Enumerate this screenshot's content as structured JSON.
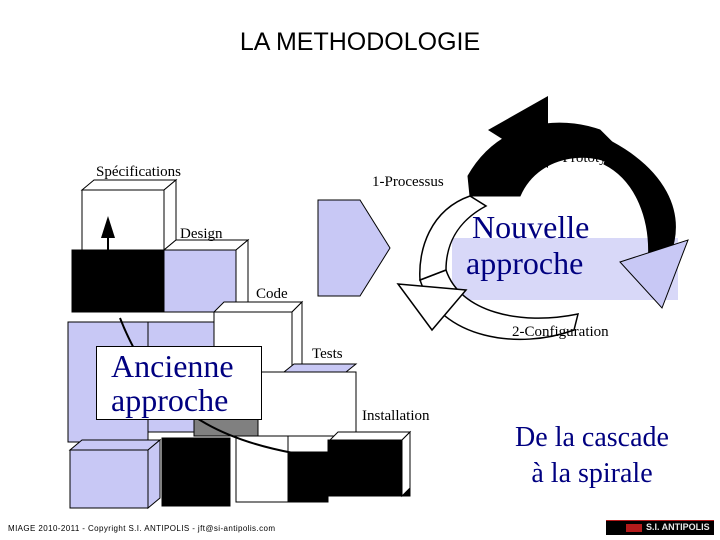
{
  "title": "LA METHODOLOGIE",
  "waterfall": {
    "specifications": "Spécifications",
    "design": "Design",
    "code": "Code",
    "tests": "Tests",
    "installation": "Installation"
  },
  "old_approach": {
    "line1": "Ancienne",
    "line2": "approche"
  },
  "spiral": {
    "processus": "1-Processus",
    "prototype": "3-Prototype",
    "configuration": "2-Configuration"
  },
  "new_approach": {
    "line1": "Nouvelle",
    "line2": "approche"
  },
  "conclusion": {
    "line1": "De la cascade",
    "line2": "à la spirale"
  },
  "footer": "MIAGE 2010-2011 - Copyright S.I. ANTIPOLIS - jft@si-antipolis.com",
  "logo_text": "S.I. ANTIPOLIS",
  "colors": {
    "lavender": "#c8c8f5",
    "dark_blue": "#000080",
    "black": "#000000",
    "grey": "#808080"
  }
}
